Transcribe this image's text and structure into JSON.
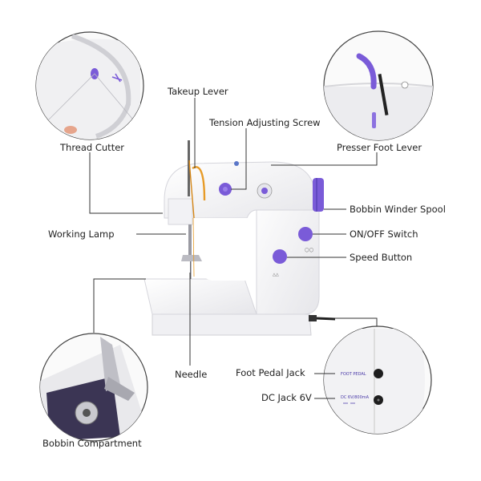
{
  "labels": {
    "takeup_lever": "Takeup Lever",
    "tension_screw": "Tension Adjusting Screw",
    "thread_cutter": "Thread Cutter",
    "presser_foot_lever": "Presser Foot Lever",
    "bobbin_winder_spool": "Bobbin Winder Spool",
    "working_lamp": "Working Lamp",
    "on_off_switch": "ON/OFF Switch",
    "speed_button": "Speed Button",
    "foot_pedal_jack": "Foot Pedal Jack",
    "dc_jack": "DC Jack 6V",
    "needle": "Needle",
    "bobbin_compartment": "Bobbin Compartment"
  },
  "panel_text": {
    "foot_pedal": "FOOT PEDAL",
    "dc": "DC 6V/800mA"
  },
  "colors": {
    "accent_purple": "#7a5bd8",
    "body_white": "#f4f4f6",
    "line": "#333333"
  }
}
